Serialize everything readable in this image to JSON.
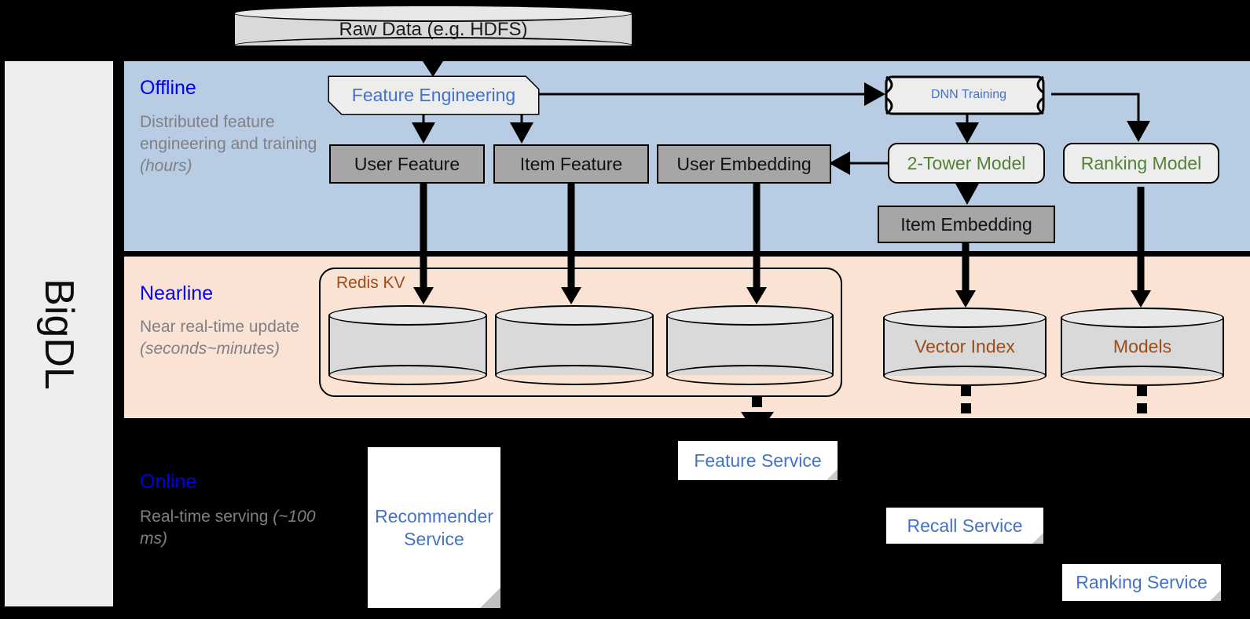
{
  "framework": {
    "name": "BigDL"
  },
  "top": {
    "raw_data": "Raw Data (e.g. HDFS)"
  },
  "bands": {
    "offline": {
      "title": "Offline",
      "subtitle_plain": "Distributed feature engineering and training ",
      "subtitle_italic": "(hours)",
      "bg_color": "#b8cce4"
    },
    "nearline": {
      "title": "Nearline",
      "subtitle_plain": "Near real-time update ",
      "subtitle_italic": "(seconds~minutes)",
      "bg_color": "#fae2d5"
    },
    "online": {
      "title": "Online",
      "subtitle_plain": "Real-time serving ",
      "subtitle_italic": "(~100 ms)",
      "bg_color": "#000000"
    }
  },
  "offline_nodes": {
    "feature_engineering": "Feature Engineering",
    "dnn_training": "DNN Training",
    "user_feature": "User Feature",
    "item_feature": "Item Feature",
    "user_embedding": "User Embedding",
    "two_tower_model": "2-Tower Model",
    "ranking_model": "Ranking Model",
    "item_embedding": "Item Embedding"
  },
  "nearline_nodes": {
    "redis_kv": "Redis KV",
    "store_user_feature": "",
    "store_item_feature": "",
    "store_user_embedding": "",
    "vector_index": "Vector Index",
    "models": "Models"
  },
  "online_nodes": {
    "recommender_service": "Recommender Service",
    "feature_service": "Feature Service",
    "recall_service": "Recall Service",
    "ranking_service": "Ranking Service"
  },
  "colors": {
    "title_blue": "#0000ee",
    "text_blue": "#4472c4",
    "text_green": "#548235",
    "text_brown": "#9c4b1a",
    "grey_box": "#a6a6a6",
    "proc_box": "#ededed",
    "cylinder": "#d9d9d9",
    "subtitle_grey": "#808080"
  }
}
